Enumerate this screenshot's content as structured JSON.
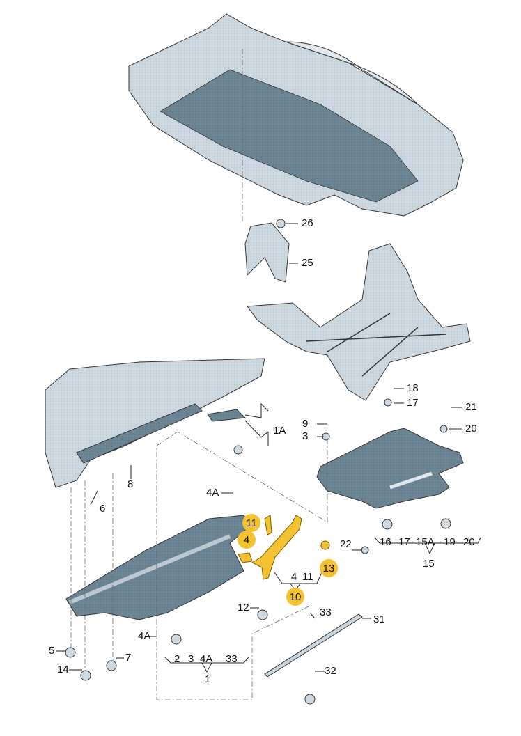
{
  "diagram": {
    "title": "Underbody noise insulation / underbody panels exploded view",
    "colors": {
      "panel": "#6d8696",
      "panel_dark": "#4f6878",
      "body": "#c9d5dd",
      "highlight": "#f2c230",
      "line": "#333333"
    },
    "labels": {
      "p26": "26",
      "p25": "25",
      "p18": "18",
      "p17a": "17",
      "p21": "21",
      "p20a": "20",
      "p9": "9",
      "p3a": "3",
      "p1A": "1A",
      "p8": "8",
      "p6": "6",
      "p4A_top": "4A",
      "p11_hl": "11",
      "p4_hl": "4",
      "p13_hl": "13",
      "p4_b": "4",
      "p11_b": "11",
      "p10_hl": "10",
      "p22": "22",
      "p16": "16",
      "p17b": "17",
      "p15A": "15A",
      "p19": "19",
      "p20b": "20",
      "p15": "15",
      "p12": "12",
      "p33a": "33",
      "p31": "31",
      "p4A_mid": "4A",
      "p5": "5",
      "p7": "7",
      "p14": "14",
      "p2": "2",
      "p3b": "3",
      "p4A_b": "4A",
      "p33b": "33",
      "p1": "1",
      "p32": "32"
    }
  }
}
